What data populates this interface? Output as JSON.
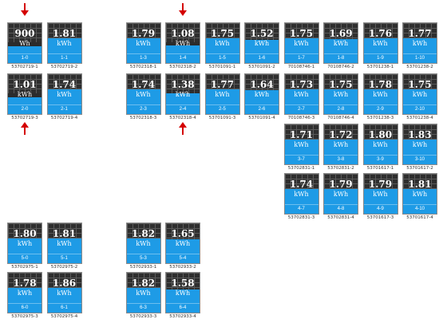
{
  "colors": {
    "tile_top": "#2e2e2e",
    "fill": "#1e9be6",
    "arrow": "#d40000"
  },
  "meters": [
    {
      "value": "900",
      "unit": "Wh",
      "id": "1-0",
      "serial": "53702719-1",
      "fill": 0.4
    },
    {
      "value": "1.81",
      "unit": "kWh",
      "id": "1-1",
      "serial": "53702719-2",
      "fill": 0.6
    },
    {
      "value": "1.01",
      "unit": "kWh",
      "id": "2-0",
      "serial": "53702719-3",
      "fill": 0.4
    },
    {
      "value": "1.74",
      "unit": "kWh",
      "id": "2-1",
      "serial": "53702719-4",
      "fill": 0.6
    },
    {
      "value": "1.79",
      "unit": "kWh",
      "id": "1-3",
      "serial": "53702318-1",
      "fill": 0.6
    },
    {
      "value": "1.08",
      "unit": "kWh",
      "id": "1-4",
      "serial": "53702318-2",
      "fill": 0.42
    },
    {
      "value": "1.75",
      "unit": "kWh",
      "id": "1-5",
      "serial": "53701091-1",
      "fill": 0.6
    },
    {
      "value": "1.52",
      "unit": "kWh",
      "id": "1-6",
      "serial": "53701091-2",
      "fill": 0.55
    },
    {
      "value": "1.75",
      "unit": "kWh",
      "id": "1-7",
      "serial": "70108746-1",
      "fill": 0.6
    },
    {
      "value": "1.69",
      "unit": "kWh",
      "id": "1-8",
      "serial": "70108746-2",
      "fill": 0.58
    },
    {
      "value": "1.76",
      "unit": "kWh",
      "id": "1-9",
      "serial": "53701238-1",
      "fill": 0.6
    },
    {
      "value": "1.77",
      "unit": "kWh",
      "id": "1-10",
      "serial": "53701238-2",
      "fill": 0.6
    },
    {
      "value": "1.74",
      "unit": "kWh",
      "id": "2-3",
      "serial": "53702318-3",
      "fill": 0.6
    },
    {
      "value": "1.38",
      "unit": "kWh",
      "id": "2-4",
      "serial": "53702318-4",
      "fill": 0.5
    },
    {
      "value": "1.77",
      "unit": "kWh",
      "id": "2-5",
      "serial": "53701091-3",
      "fill": 0.6
    },
    {
      "value": "1.64",
      "unit": "kWh",
      "id": "2-6",
      "serial": "53701091-4",
      "fill": 0.57
    },
    {
      "value": "1.73",
      "unit": "kWh",
      "id": "2-7",
      "serial": "70108746-3",
      "fill": 0.6
    },
    {
      "value": "1.75",
      "unit": "kWh",
      "id": "2-8",
      "serial": "70108746-4",
      "fill": 0.6
    },
    {
      "value": "1.78",
      "unit": "kWh",
      "id": "2-9",
      "serial": "53701238-3",
      "fill": 0.6
    },
    {
      "value": "1.75",
      "unit": "kWh",
      "id": "2-10",
      "serial": "53701238-4",
      "fill": 0.6
    },
    {
      "value": "1.71",
      "unit": "kWh",
      "id": "3-7",
      "serial": "53702831-1",
      "fill": 0.6
    },
    {
      "value": "1.72",
      "unit": "kWh",
      "id": "3-8",
      "serial": "53702831-2",
      "fill": 0.6
    },
    {
      "value": "1.80",
      "unit": "kWh",
      "id": "3-9",
      "serial": "53701617-1",
      "fill": 0.6
    },
    {
      "value": "1.83",
      "unit": "kWh",
      "id": "3-10",
      "serial": "53701617-2",
      "fill": 0.6
    },
    {
      "value": "1.74",
      "unit": "kWh",
      "id": "4-7",
      "serial": "53702831-3",
      "fill": 0.6
    },
    {
      "value": "1.79",
      "unit": "kWh",
      "id": "4-8",
      "serial": "53702831-4",
      "fill": 0.6
    },
    {
      "value": "1.79",
      "unit": "kWh",
      "id": "4-9",
      "serial": "53701617-3",
      "fill": 0.6
    },
    {
      "value": "1.81",
      "unit": "kWh",
      "id": "4-10",
      "serial": "53701617-4",
      "fill": 0.6
    },
    {
      "value": "1.80",
      "unit": "kWh",
      "id": "5-0",
      "serial": "53702975-1",
      "fill": 0.6
    },
    {
      "value": "1.81",
      "unit": "kWh",
      "id": "5-1",
      "serial": "53702975-2",
      "fill": 0.6
    },
    {
      "value": "1.82",
      "unit": "kWh",
      "id": "5-3",
      "serial": "53702933-1",
      "fill": 0.6
    },
    {
      "value": "1.65",
      "unit": "kWh",
      "id": "5-4",
      "serial": "53702933-2",
      "fill": 0.58
    },
    {
      "value": "1.78",
      "unit": "kWh",
      "id": "6-0",
      "serial": "53702975-3",
      "fill": 0.6
    },
    {
      "value": "1.86",
      "unit": "kWh",
      "id": "6-1",
      "serial": "53702975-4",
      "fill": 0.6
    },
    {
      "value": "1.82",
      "unit": "kWh",
      "id": "6-3",
      "serial": "53702933-3",
      "fill": 0.6
    },
    {
      "value": "1.58",
      "unit": "kWh",
      "id": "6-4",
      "serial": "53702933-4",
      "fill": 0.56
    }
  ],
  "arrows": [
    {
      "target": "1-0",
      "direction": "down"
    },
    {
      "target": "1-4",
      "direction": "down"
    },
    {
      "target": "2-0",
      "direction": "up"
    },
    {
      "target": "2-4",
      "direction": "up"
    }
  ]
}
